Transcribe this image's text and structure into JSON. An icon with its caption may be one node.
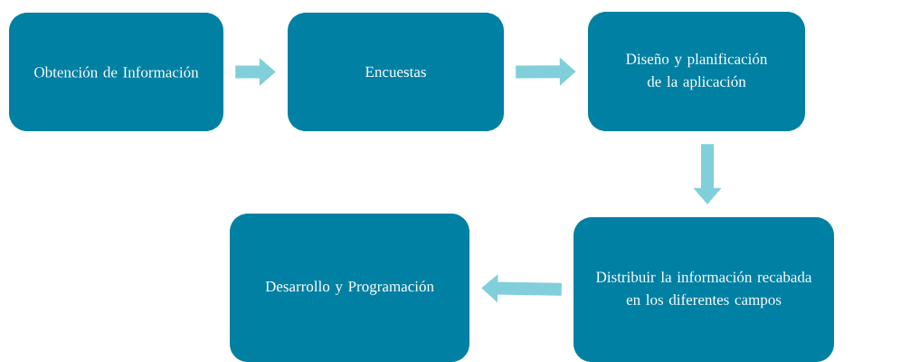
{
  "diagram": {
    "nodes": [
      {
        "text": [
          "Obtención de Información"
        ]
      },
      {
        "text": [
          "Encuestas"
        ]
      },
      {
        "text": [
          "Diseño y planificación de la aplicación"
        ]
      },
      {
        "text": [
          "Distribuir la información recabada en los diferentes campos"
        ]
      },
      {
        "text": [
          "Desarrollo y Programación"
        ]
      }
    ],
    "edges": [
      {
        "from": 0,
        "to": 1,
        "arrow": "to"
      },
      {
        "from": 1,
        "to": 2,
        "arrow": "to"
      },
      {
        "from": 2,
        "to": 3,
        "arrow": "to"
      },
      {
        "from": 3,
        "to": 4,
        "arrow": "to"
      }
    ]
  }
}
